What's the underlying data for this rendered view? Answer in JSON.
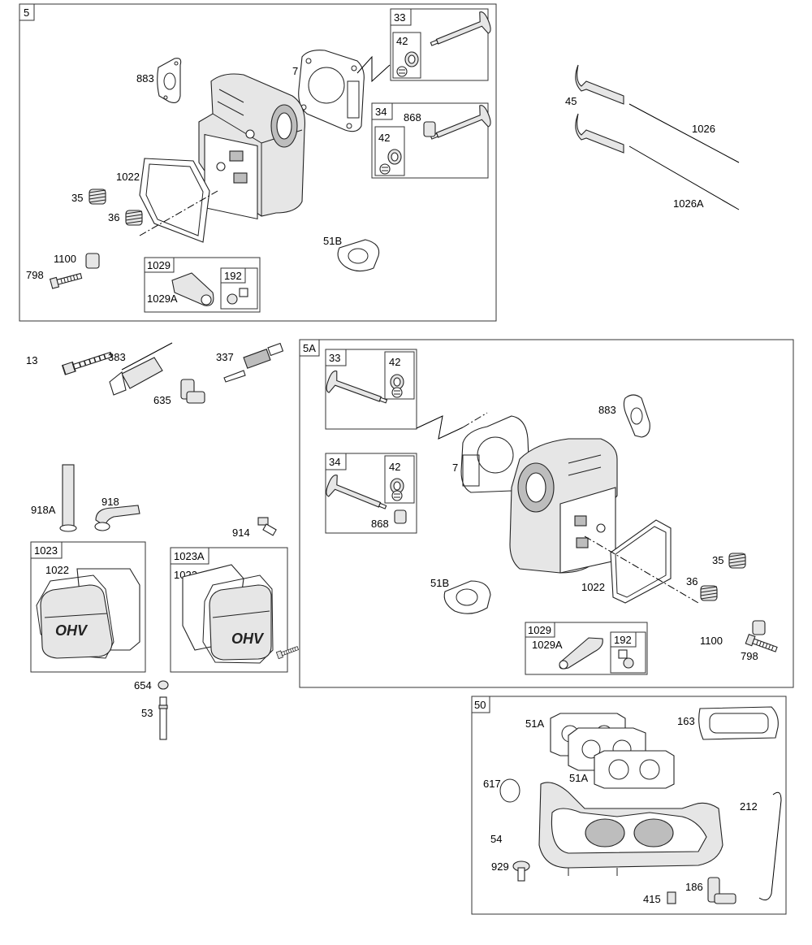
{
  "group_5": {
    "tag": "5",
    "labels": {
      "p883": "883",
      "p7": "7",
      "p1022": "1022",
      "p35": "35",
      "p36": "36",
      "p1100": "1100",
      "p798": "798",
      "p51b": "51B"
    },
    "box_33": {
      "tag": "33",
      "sub": "42"
    },
    "box_34": {
      "tag": "34",
      "sub": "42",
      "extra": "868"
    },
    "box_1029": {
      "tag": "1029",
      "sub": "192",
      "extra": "1029A"
    }
  },
  "pushrods": {
    "p45": "45",
    "p1026": "1026",
    "p1026a": "1026A"
  },
  "loose": {
    "p13": "13",
    "p383": "383",
    "p337": "337",
    "p635": "635",
    "p918a": "918A",
    "p918": "918",
    "p914": "914",
    "p654": "654",
    "p53": "53"
  },
  "box_1023": {
    "tag": "1023",
    "gasket": "1022",
    "cover_text": "OHV"
  },
  "box_1023a": {
    "tag": "1023A",
    "gasket": "1022",
    "cover_text": "OHV"
  },
  "group_5a": {
    "tag": "5A",
    "labels": {
      "p883": "883",
      "p7": "7",
      "p51b": "51B",
      "p1022": "1022",
      "p35": "35",
      "p36": "36",
      "p1100": "1100",
      "p798": "798"
    },
    "box_33": {
      "tag": "33",
      "sub": "42"
    },
    "box_34": {
      "tag": "34",
      "sub": "42",
      "extra": "868"
    },
    "box_1029": {
      "tag": "1029",
      "sub": "192",
      "extra": "1029A"
    }
  },
  "group_50": {
    "tag": "50",
    "labels": {
      "p51a_1": "51A",
      "p163": "163",
      "p51a_2": "51A",
      "p617": "617",
      "p212": "212",
      "p54": "54",
      "p929": "929",
      "p186": "186",
      "p415": "415"
    }
  }
}
